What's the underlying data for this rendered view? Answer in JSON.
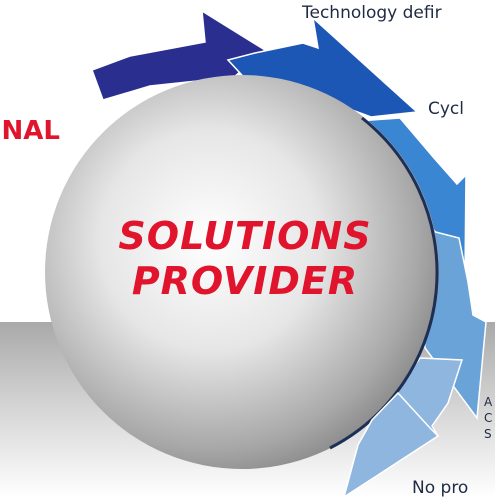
{
  "center": {
    "line1": "SOLUTIONS",
    "line2": "PROVIDER"
  },
  "left_label": "NAL",
  "labels": {
    "top": "Technology defir",
    "cycle": "Cycl",
    "bottom": "No pro"
  },
  "side_fragment": [
    "A",
    "C",
    "S"
  ],
  "colors": {
    "accent_red": "#e0142d",
    "arrow_dark": "#2a2f8f",
    "arrow_mid": "#1d66c4",
    "arrow_light": "#8db3dc",
    "sphere": "#c9c9c9",
    "band": "#b5b5b5"
  }
}
